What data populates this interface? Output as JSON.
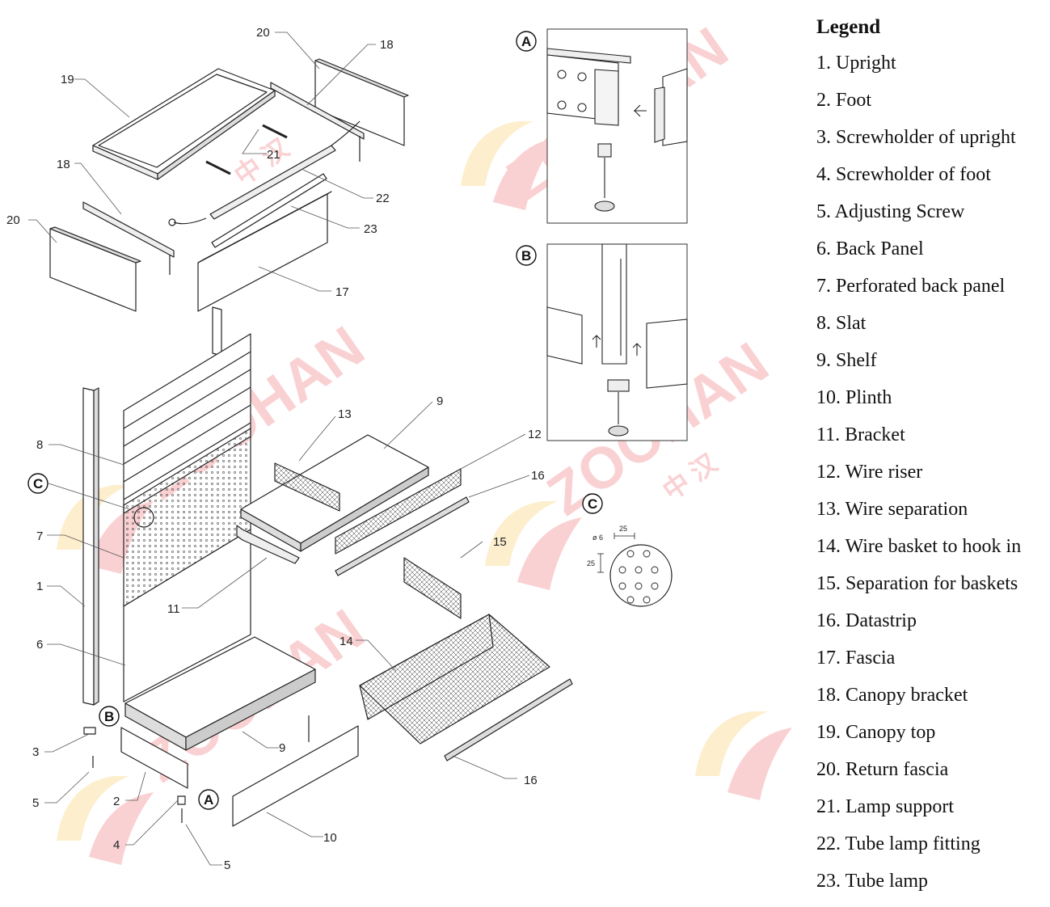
{
  "legend": {
    "title": "Legend",
    "items": [
      "1. Upright",
      "2. Foot",
      "3. Screwholder of upright",
      "4. Screwholder of foot",
      "5. Adjusting Screw",
      "6. Back Panel",
      "7. Perforated back panel",
      "8. Slat",
      "9. Shelf",
      "10. Plinth",
      "11. Bracket",
      "12. Wire riser",
      "13. Wire separation",
      "14. Wire basket to hook in",
      "15. Separation for baskets",
      "16. Datastrip",
      "17. Fascia",
      "18. Canopy bracket",
      "19. Canopy top",
      "20. Return fascia",
      "21. Lamp support",
      "22. Tube lamp fitting",
      "23. Tube lamp"
    ]
  },
  "callouts": {
    "n1": "1",
    "n2": "2",
    "n3": "3",
    "n4": "4",
    "n5a": "5",
    "n5b": "5",
    "n6": "6",
    "n7": "7",
    "n8": "8",
    "n9a": "9",
    "n9b": "9",
    "n10": "10",
    "n11": "11",
    "n12": "12",
    "n13": "13",
    "n14": "14",
    "n15": "15",
    "n16a": "16",
    "n16b": "16",
    "n17": "17",
    "n18a": "18",
    "n18b": "18",
    "n19": "19",
    "n20a": "20",
    "n20b": "20",
    "n21": "21",
    "n22": "22",
    "n23": "23"
  },
  "details": {
    "a": "A",
    "b": "B",
    "c": "C"
  },
  "detail_c": {
    "diameter": "ø 6",
    "spacing_h": "25",
    "spacing_v": "25"
  },
  "watermark": {
    "brand": "ZOOHAN",
    "chinese": "中 汉"
  },
  "colors": {
    "line": "#222222",
    "watermark_red": "#e8303a",
    "watermark_yellow": "#f6b81c"
  }
}
